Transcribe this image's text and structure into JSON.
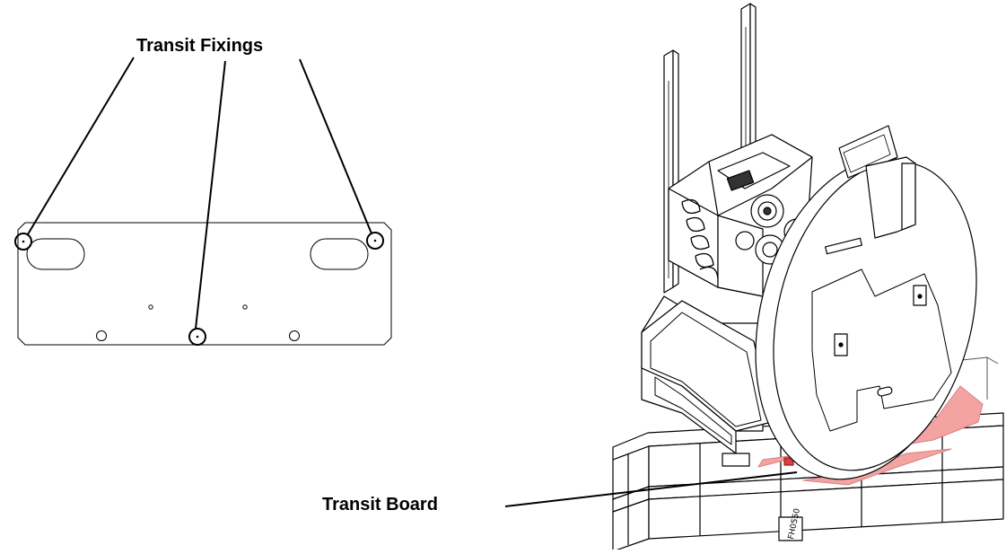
{
  "labels": {
    "transit_fixings": "Transit Fixings",
    "transit_board": "Transit Board"
  },
  "colors": {
    "line": "#000000",
    "board": "#f4a3a3",
    "board_edge": "#d98080"
  },
  "stamp": {
    "text": "FH0550"
  }
}
